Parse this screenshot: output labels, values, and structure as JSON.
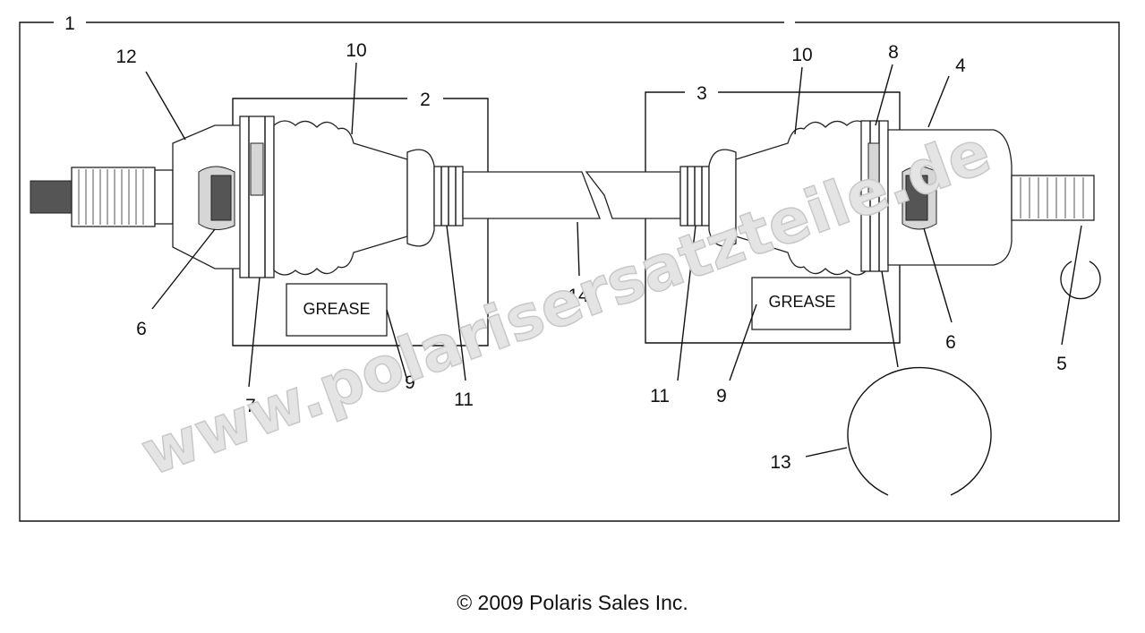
{
  "callouts": {
    "c1": "1",
    "c2": "2",
    "c3": "3",
    "c4": "4",
    "c5": "5",
    "c6_left": "6",
    "c6_right": "6",
    "c7": "7",
    "c8": "8",
    "c9_left": "9",
    "c9_right": "9",
    "c10_left": "10",
    "c10_right": "10",
    "c11_left": "11",
    "c11_right": "11",
    "c12": "12",
    "c13": "13",
    "c14": "14"
  },
  "labels": {
    "grease_left": "GREASE",
    "grease_right": "GREASE"
  },
  "watermark": "www.polarisersatzteile.de",
  "copyright": "© 2009 Polaris Sales Inc."
}
